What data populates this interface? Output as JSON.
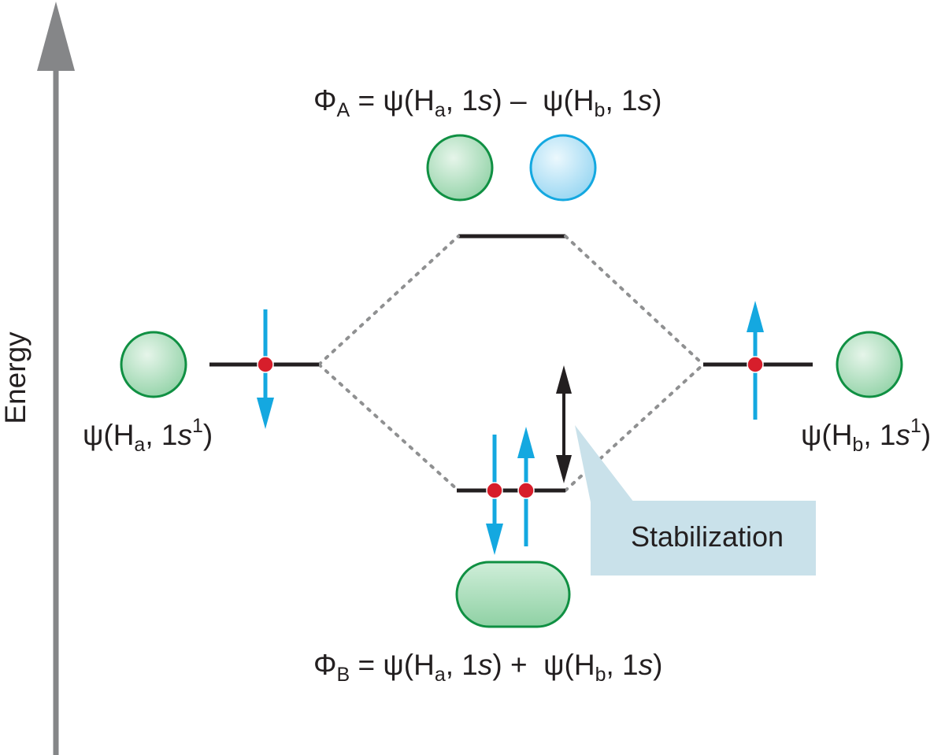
{
  "axis": {
    "label": "Energy"
  },
  "antibonding": {
    "phi": "Φ",
    "phi_sub": "A",
    "equals": " = ",
    "psi1": "ψ(H",
    "sub_a": "a",
    "mid1": ", 1",
    "s1": "s",
    "close1": ") – ",
    "psi2": " ψ(H",
    "sub_b": "b",
    "mid2": ", 1",
    "s2": "s",
    "close2": ")"
  },
  "bonding": {
    "phi": "Φ",
    "phi_sub": "B",
    "equals": " = ",
    "psi1": "ψ(H",
    "sub_a": "a",
    "mid1": ", 1",
    "s1": "s",
    "close1": ") + ",
    "psi2": " ψ(H",
    "sub_b": "b",
    "mid2": ", 1",
    "s2": "s",
    "close2": ")"
  },
  "atom_left": {
    "psi": "ψ(H",
    "sub": "a",
    "mid": ", 1",
    "s": "s",
    "sup": "1",
    "close": ")"
  },
  "atom_right": {
    "psi": "ψ(H",
    "sub": "b",
    "mid": ", 1",
    "s": "s",
    "sup": "1",
    "close": ")"
  },
  "callout": {
    "label": "Stabilization"
  },
  "colors": {
    "axis": "#858688",
    "level": "#231f20",
    "orbital_green": "#a7dcb8",
    "orbital_green_stroke": "#109043",
    "orbital_blue": "#b8e4f7",
    "orbital_blue_stroke": "#14a8e0",
    "electron_spin": "#14a8e0",
    "electron_dot": "#d71e2b",
    "callout_bg": "#c9e1ea",
    "dotted": "#8f9091"
  }
}
